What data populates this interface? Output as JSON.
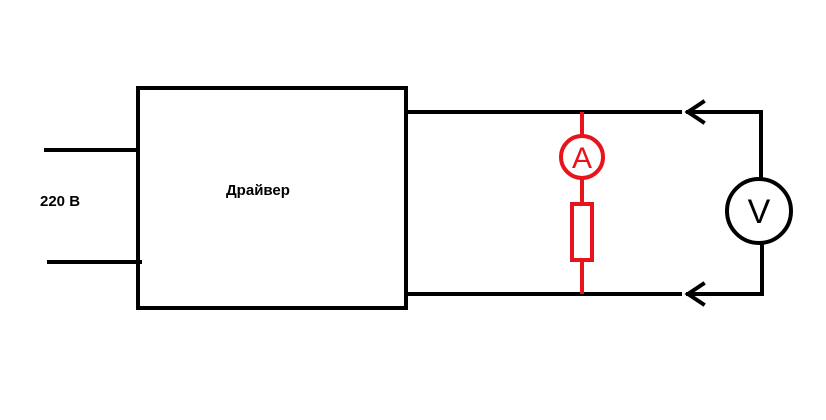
{
  "diagram": {
    "supply_label": "220 В",
    "driver_label": "Драйвер",
    "ammeter_letter": "A",
    "voltmeter_letter": "V"
  },
  "colors": {
    "wire": "#000000",
    "measurement": "#e8141b",
    "background": "#ffffff"
  }
}
